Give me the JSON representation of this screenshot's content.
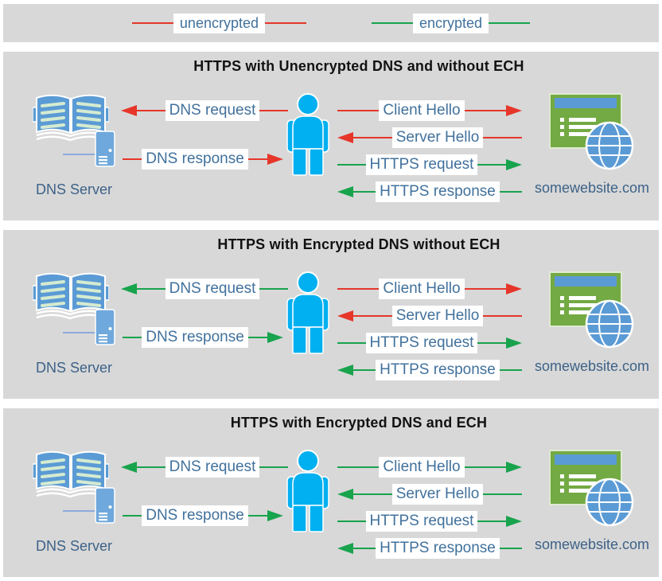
{
  "colors": {
    "unencrypted": "#e6362a",
    "encrypted": "#18a34d",
    "label_text": "#41719c",
    "caption_text": "#3d6288",
    "panel_bg": "#d8d8d8",
    "title_text": "#121212",
    "person_blue": "#00b0f0",
    "book_blue": "#5b9bd5",
    "server_blue": "#6fa8dc",
    "website_green": "#73aa43",
    "globe_blue": "#5b9bd5"
  },
  "legend": {
    "items": [
      {
        "label": "unencrypted",
        "type": "unencrypted"
      },
      {
        "label": "encrypted",
        "type": "encrypted"
      }
    ]
  },
  "panels": [
    {
      "title": "HTTPS with Unencrypted DNS and without ECH",
      "dns_server_label": "DNS Server",
      "website_label": "somewebsite.com",
      "dns_messages": [
        {
          "label": "DNS request",
          "direction": "left",
          "encrypted": false
        },
        {
          "label": "DNS response",
          "direction": "right",
          "encrypted": false
        }
      ],
      "tls_messages": [
        {
          "label": "Client Hello",
          "direction": "right",
          "encrypted": false
        },
        {
          "label": "Server Hello",
          "direction": "left",
          "encrypted": false
        },
        {
          "label": "HTTPS request",
          "direction": "right",
          "encrypted": true
        },
        {
          "label": "HTTPS response",
          "direction": "left",
          "encrypted": true
        }
      ]
    },
    {
      "title": "HTTPS with Encrypted DNS without ECH",
      "dns_server_label": "DNS Server",
      "website_label": "somewebsite.com",
      "dns_messages": [
        {
          "label": "DNS request",
          "direction": "left",
          "encrypted": true
        },
        {
          "label": "DNS response",
          "direction": "right",
          "encrypted": true
        }
      ],
      "tls_messages": [
        {
          "label": "Client Hello",
          "direction": "right",
          "encrypted": false
        },
        {
          "label": "Server Hello",
          "direction": "left",
          "encrypted": false
        },
        {
          "label": "HTTPS request",
          "direction": "right",
          "encrypted": true
        },
        {
          "label": "HTTPS response",
          "direction": "left",
          "encrypted": true
        }
      ]
    },
    {
      "title": "HTTPS with Encrypted DNS and ECH",
      "dns_server_label": "DNS Server",
      "website_label": "somewebsite.com",
      "dns_messages": [
        {
          "label": "DNS request",
          "direction": "left",
          "encrypted": true
        },
        {
          "label": "DNS response",
          "direction": "right",
          "encrypted": true
        }
      ],
      "tls_messages": [
        {
          "label": "Client Hello",
          "direction": "right",
          "encrypted": true
        },
        {
          "label": "Server Hello",
          "direction": "left",
          "encrypted": true
        },
        {
          "label": "HTTPS request",
          "direction": "right",
          "encrypted": true
        },
        {
          "label": "HTTPS response",
          "direction": "left",
          "encrypted": true
        }
      ]
    }
  ]
}
